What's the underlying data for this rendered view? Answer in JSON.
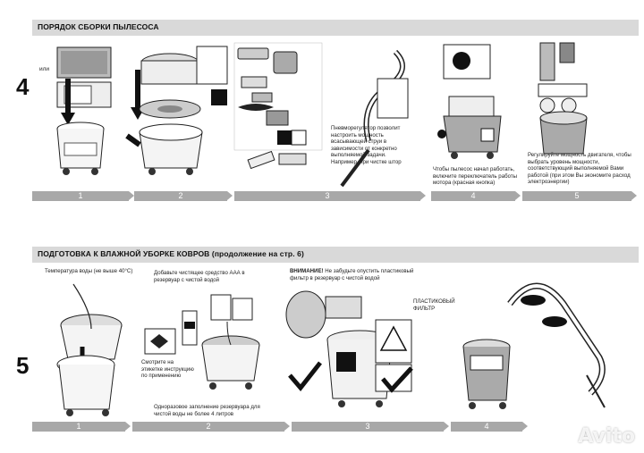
{
  "section1": {
    "title": "ПОРЯДОК СБОРКИ ПЫЛЕСОСА",
    "number": "4",
    "ili_label": "или",
    "steps": [
      "1",
      "2",
      "3",
      "4",
      "5"
    ],
    "captions": {
      "step3": "Пневморегулятор позволит настроить мощность всасывающей струи в зависимости от конкретно выполняемой задачи. Например, при чистке штор",
      "step4": "Чтобы пылесос начал работать, включите переключатель работы мотора (красная кнопка)",
      "step5": "Регулируйте мощность двигателя, чтобы выбрать уровень мощности, соответствующий выполняемой Вами работой (при этом Вы экономите расход электроэнергии)"
    }
  },
  "section2": {
    "title": "ПОДГОТОВКА К ВЛАЖНОЙ УБОРКЕ КОВРОВ (продолжение на стр. 6)",
    "number": "5",
    "steps": [
      "1",
      "2",
      "3",
      "4"
    ],
    "captions": {
      "temp": "Температура воды (не выше 40°С)",
      "add_cleaner": "Добавьте чистящее средство ААА в резервуар с чистой водой",
      "see_label": "Смотрите на этикетке инструкцию по применению",
      "single_fill": "Одноразовое заполнение резервуара для чистой воды не более 4 литров",
      "attention_bold": "ВНИМАНИЕ!",
      "attention_text": " Не забудьте опустить пластиковый фильтр в резервуар с чистой водой",
      "plastic_filter": "ПЛАСТИКОВЫЙ ФИЛЬТР"
    }
  },
  "watermark": "Avito"
}
